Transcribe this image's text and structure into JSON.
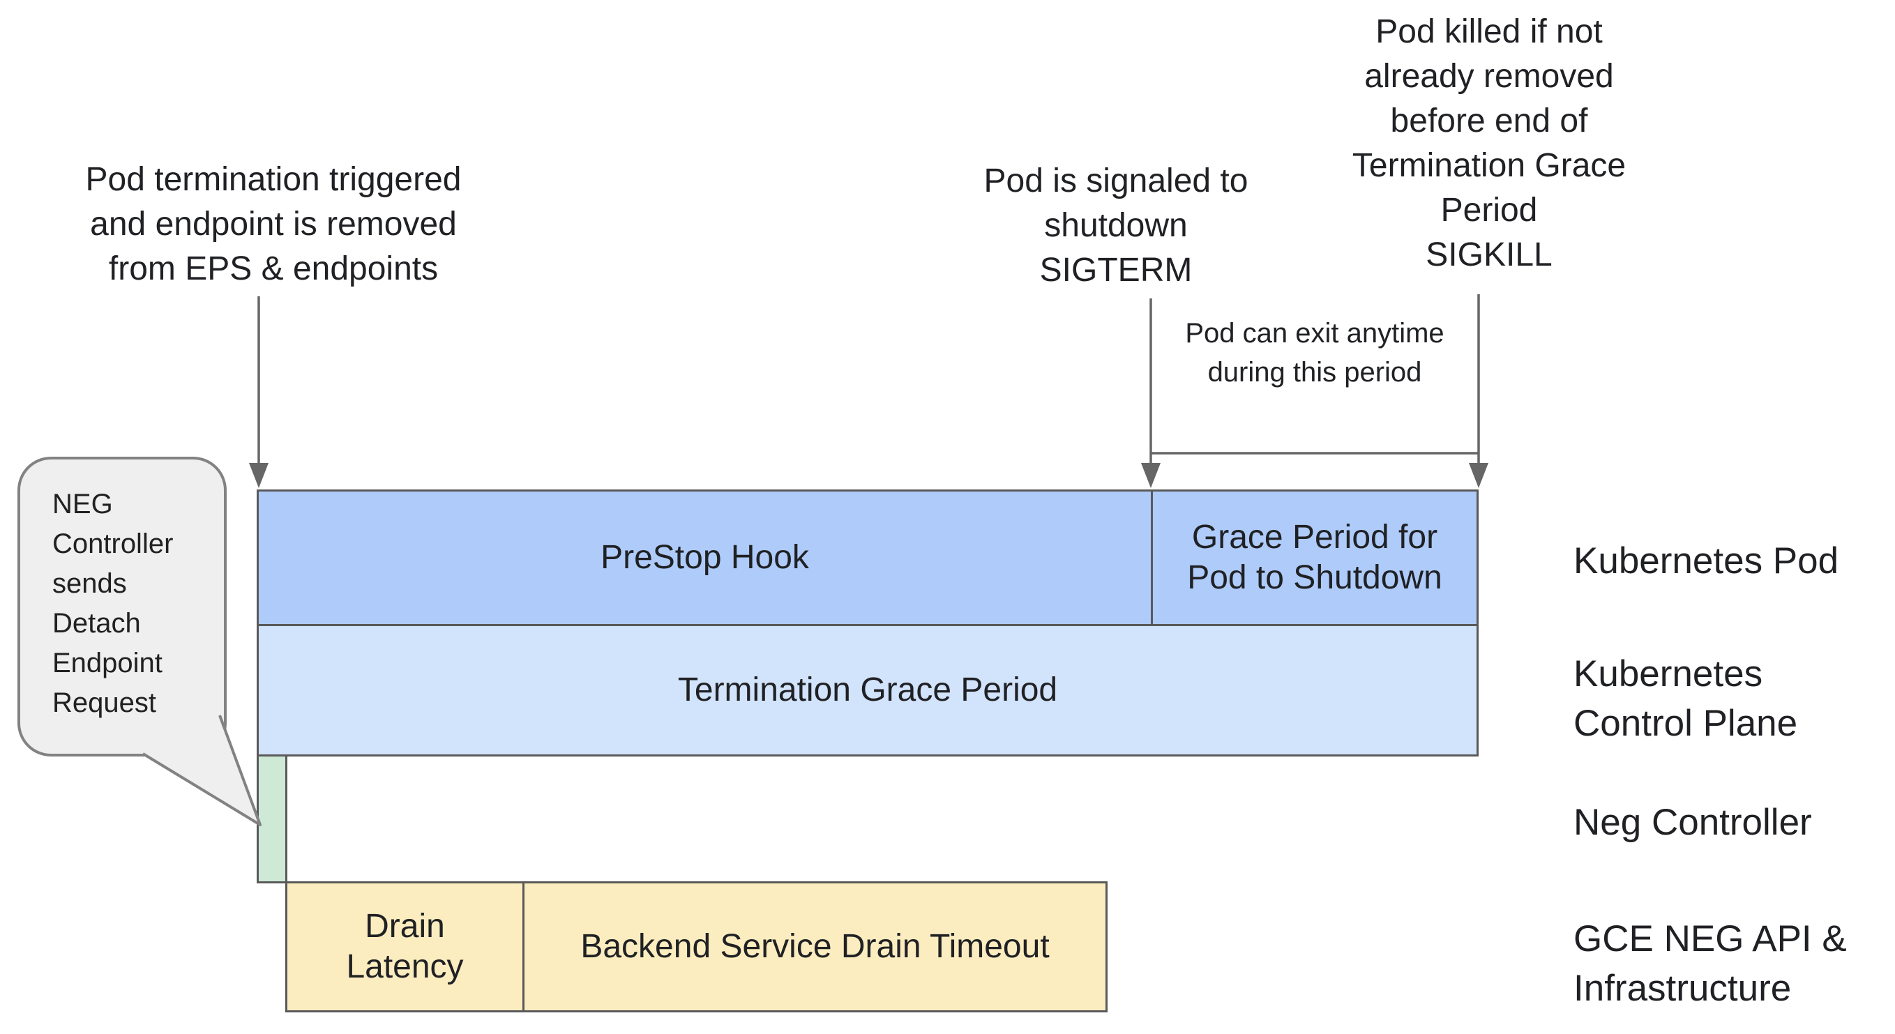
{
  "annotations": {
    "termination_trigger": [
      "Pod termination triggered",
      "and endpoint is removed",
      "from EPS & endpoints"
    ],
    "sigterm": [
      "Pod is signaled to",
      "shutdown",
      "SIGTERM"
    ],
    "sigkill": [
      "Pod killed if not",
      "already removed",
      "before end of",
      "Termination Grace",
      "Period",
      "SIGKILL"
    ],
    "exit_window": [
      "Pod can exit anytime",
      "during this period"
    ]
  },
  "callout": {
    "lines": [
      "NEG",
      "Controller",
      "sends",
      "Detach",
      "Endpoint",
      "Request"
    ]
  },
  "bars": {
    "kubernetes_pod": {
      "prestop": "PreStop Hook",
      "grace_lines": [
        "Grace Period for",
        "Pod to Shutdown"
      ]
    },
    "control_plane": {
      "label": "Termination Grace Period"
    },
    "gce": {
      "drain_latency_lines": [
        "Drain",
        "Latency"
      ],
      "backend_drain": "Backend Service Drain Timeout"
    }
  },
  "lanes": {
    "kubernetes_pod": "Kubernetes Pod",
    "control_plane_lines": [
      "Kubernetes",
      "Control Plane"
    ],
    "neg_controller": "Neg Controller",
    "gce_lines": [
      "GCE NEG API &",
      "Infrastructure"
    ]
  },
  "colors": {
    "bar_blue": "#aecbfa",
    "bar_light_blue": "#d2e3fc",
    "bar_green": "#cee9d6",
    "bar_yellow": "#fbedbf",
    "border": "#595959",
    "arrow": "#666666",
    "callout_fill": "#efefef",
    "callout_border": "#828282",
    "text": "#202124"
  }
}
